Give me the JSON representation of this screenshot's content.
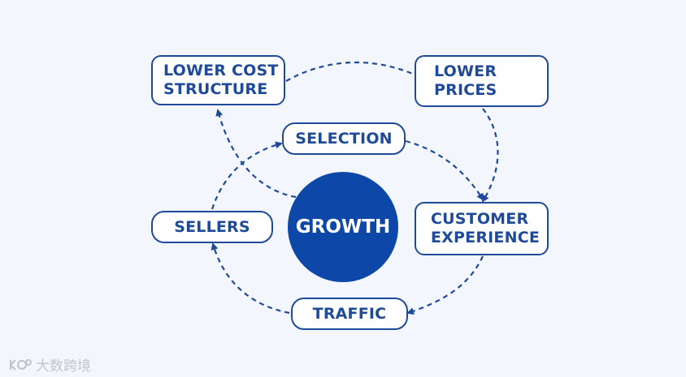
{
  "colors": {
    "background": "#f3f6fc",
    "accent": "#1f4a99",
    "center_fill": "#0d47a8",
    "node_fill": "#ffffff"
  },
  "nodes": {
    "lower_cost": "LOWER COST\nSTRUCTURE",
    "lower_prices": "LOWER\nPRICES",
    "selection": "SELECTION",
    "customer_experience": "CUSTOMER\nEXPERIENCE",
    "sellers": "SELLERS",
    "traffic": "TRAFFIC"
  },
  "center": {
    "label": "GROWTH"
  },
  "watermark": {
    "logo_icon": "kc-logo-icon",
    "text": "大数跨境"
  }
}
